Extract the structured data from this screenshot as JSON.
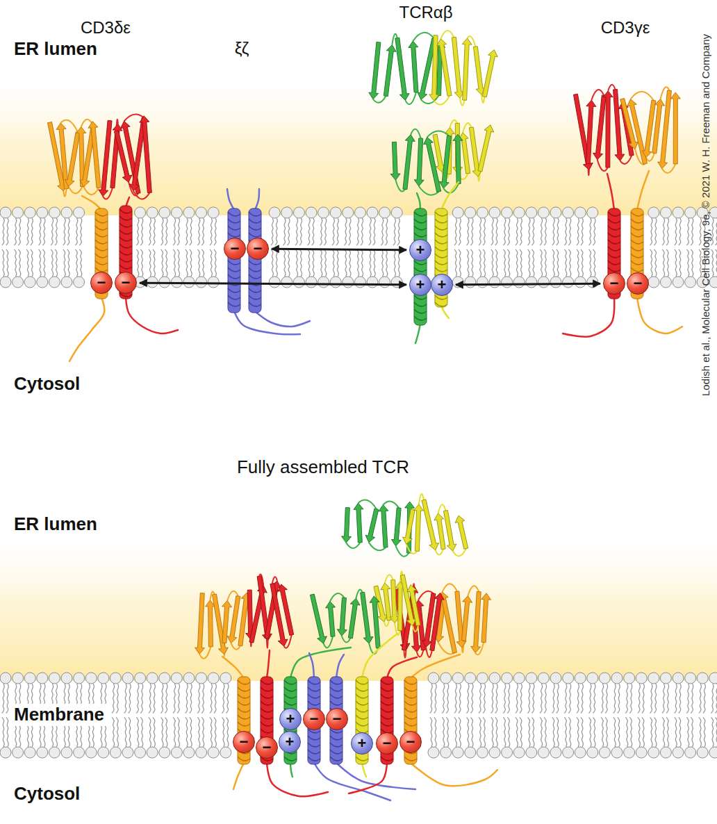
{
  "diagram": {
    "nodes": [
      {
        "text": [
          "−"
        ]
      },
      {
        "text": [
          "−"
        ]
      },
      {
        "text": [
          "+"
        ]
      },
      {
        "text": [
          "−"
        ]
      },
      {
        "text": [
          "−"
        ]
      },
      {
        "text": [
          "+"
        ]
      },
      {
        "text": [
          "+"
        ]
      },
      {
        "text": [
          "−"
        ]
      },
      {
        "text": [
          "−"
        ]
      },
      {
        "text": [
          "+"
        ]
      },
      {
        "text": [
          "−"
        ]
      },
      {
        "text": [
          "−"
        ]
      },
      {
        "text": [
          "−"
        ]
      },
      {
        "text": [
          "−"
        ]
      },
      {
        "text": [
          "+"
        ]
      },
      {
        "text": [
          "+"
        ]
      },
      {
        "text": [
          "−"
        ]
      },
      {
        "text": [
          "−"
        ]
      }
    ],
    "edges": [
      {
        "from": 1,
        "to": 2,
        "arrow": "both"
      },
      {
        "from": 4,
        "to": 5,
        "arrow": "both"
      },
      {
        "from": 6,
        "to": 7,
        "arrow": "both"
      }
    ],
    "labels": [
      "ER lumen",
      "CD3δε",
      "ξζ",
      "TCRαβ",
      "CD3γε",
      "Cytosol",
      "Lodish et al., Molecular Cell Biology, 9e, © 2021 W. H. Freeman and Company",
      "Fully assembled TCR",
      "ER lumen",
      "Membrane",
      "Cytosol"
    ]
  }
}
